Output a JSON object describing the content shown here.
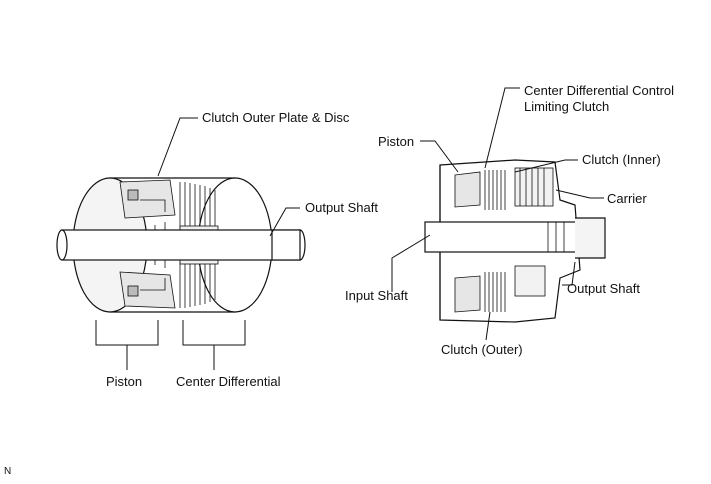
{
  "labels": {
    "clutch_outer_plate_disc": "Clutch Outer Plate & Disc",
    "output_shaft_left": "Output Shaft",
    "piston_left": "Piston",
    "center_differential": "Center Differential",
    "center_diff_control_line1": "Center Differential Control",
    "center_diff_control_line2": "Limiting Clutch",
    "piston_right": "Piston",
    "clutch_inner": "Clutch (Inner)",
    "carrier": "Carrier",
    "input_shaft": "Input Shaft",
    "output_shaft_right": "Output Shaft",
    "clutch_outer": "Clutch (Outer)",
    "corner_code": "N"
  }
}
